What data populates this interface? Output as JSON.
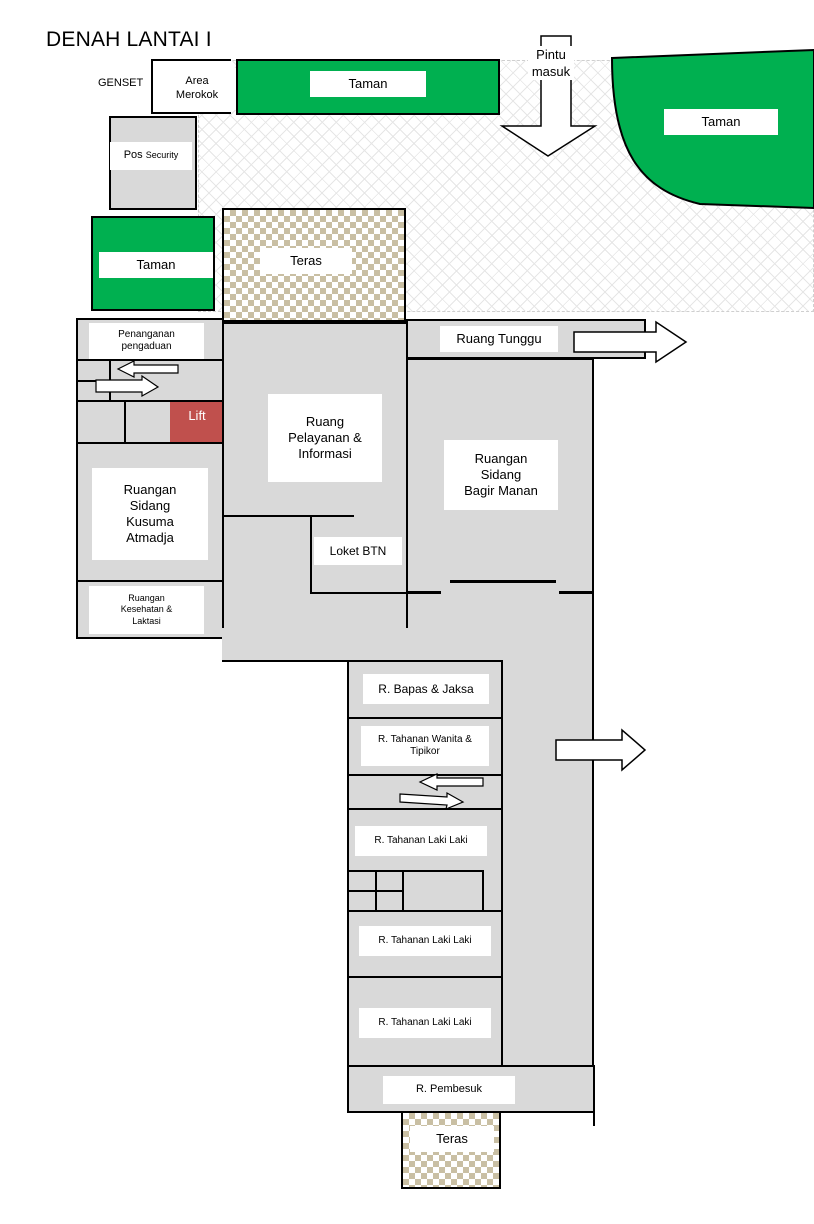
{
  "title": "DENAH LANTAI I",
  "labels": {
    "genset": "GENSET",
    "area_merokok": "Area\nMerokok",
    "taman_top": "Taman",
    "pintu_masuk": "Pintu\nmasuk",
    "taman_right": "Taman",
    "pos_security_a": "Pos",
    "pos_security_b": "Security",
    "taman_left": "Taman",
    "teras_top": "Teras",
    "penanganan": "Penanganan\npengaduan",
    "ruang_tunggu": "Ruang Tunggu",
    "lift": "Lift",
    "ruang_pelayanan": "Ruang\nPelayanan &\nInformasi",
    "ruangan_sidang_bagir": "Ruangan\nSidang\nBagir Manan",
    "ruangan_sidang_kusuma": "Ruangan\nSidang\nKusuma\nAtmadja",
    "loket_btn": "Loket BTN",
    "ruangan_kesehatan": "Ruangan\nKesehatan &\nLaktasi",
    "r_bapas": "R. Bapas & Jaksa",
    "r_tahanan_wanita": "R. Tahanan Wanita &\nTipikor",
    "r_tahanan_1": "R. Tahanan Laki Laki",
    "r_tahanan_2": "R. Tahanan Laki Laki",
    "r_tahanan_3": "R. Tahanan Laki Laki",
    "r_pembesuk": "R. Pembesuk",
    "teras_bottom": "Teras"
  },
  "colors": {
    "room_fill": "#d9d9d9",
    "garden": "#00b050",
    "lift": "#c0504d",
    "terrace_pattern": "#c9bfa3",
    "wall": "#000000"
  }
}
